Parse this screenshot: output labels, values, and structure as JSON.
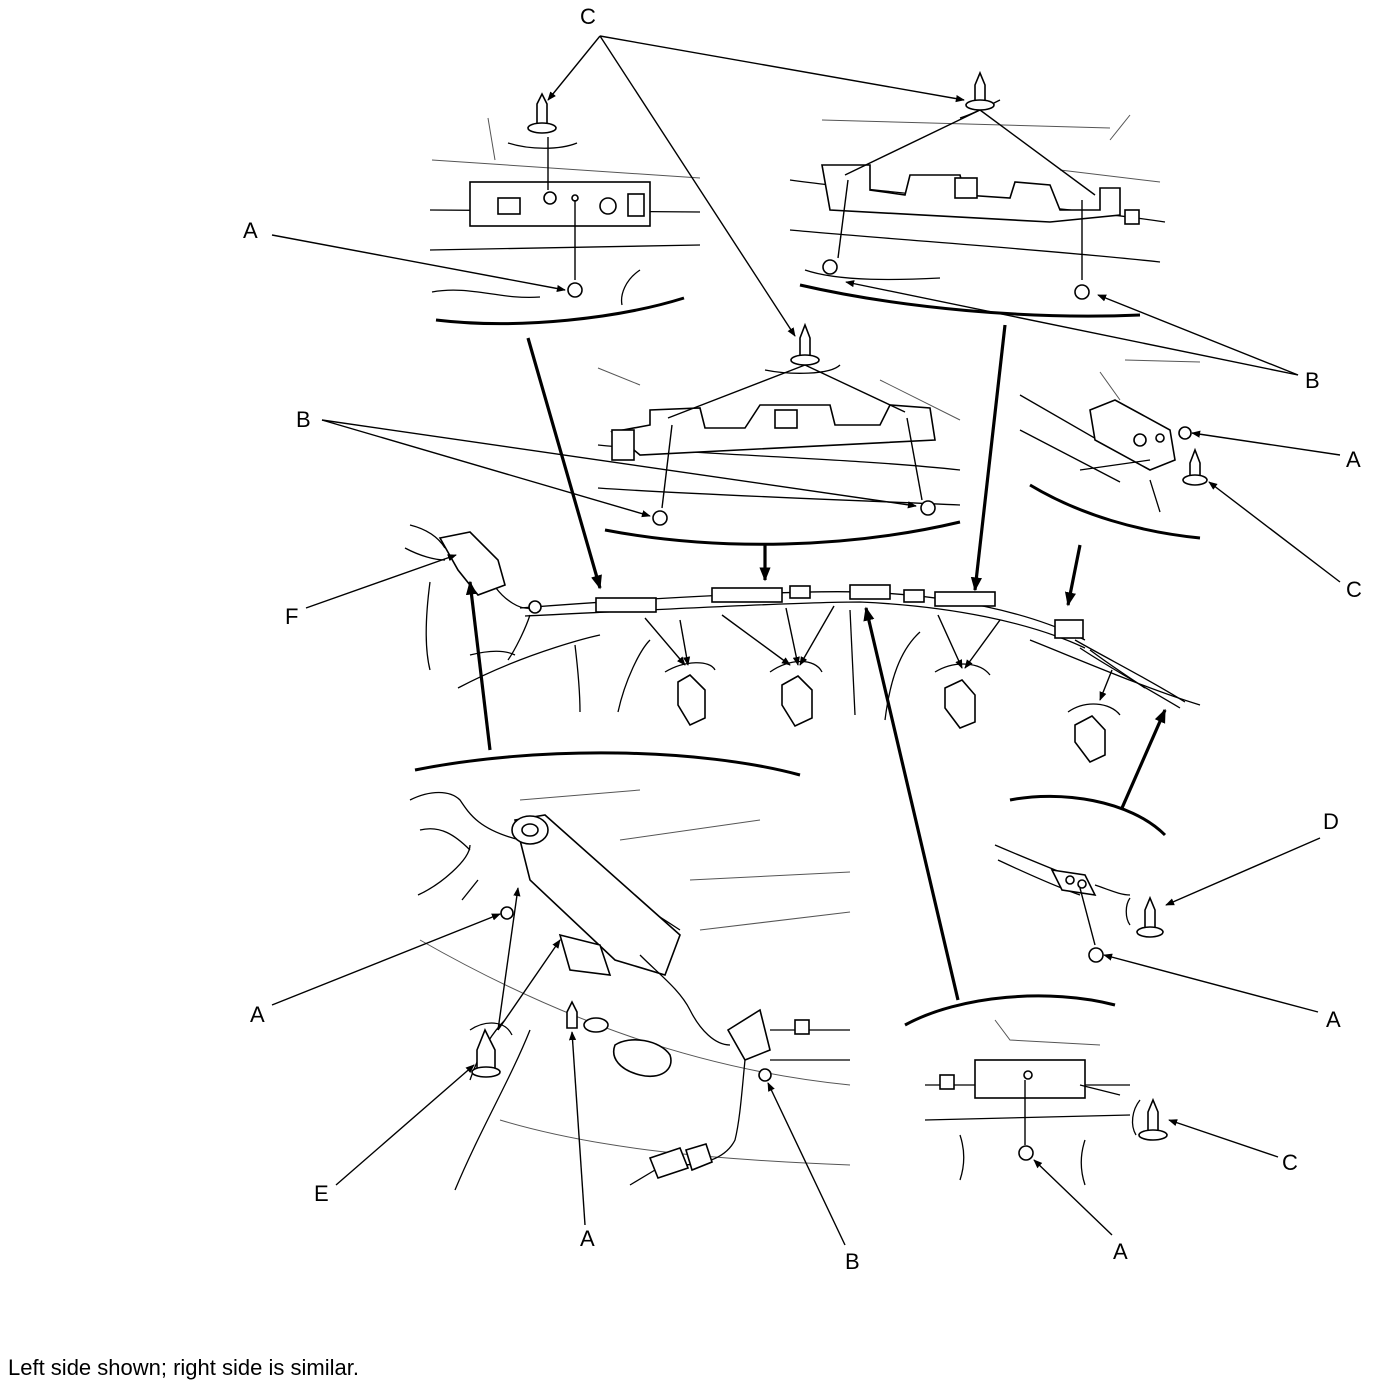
{
  "diagram": {
    "callouts": {
      "c_top": "C",
      "a_top_left": "A",
      "b_right_top": "B",
      "b_center": "B",
      "a_right_mid": "A",
      "c_right_mid": "C",
      "f_left": "F",
      "d_right": "D",
      "a_lower_left": "A",
      "a_lower_right": "A",
      "c_lower_right": "C",
      "e_lower_left": "E",
      "a_bottom_center": "A",
      "b_bottom": "B",
      "a_bottom_right": "A"
    },
    "caption": "Left side shown; right side is similar."
  }
}
